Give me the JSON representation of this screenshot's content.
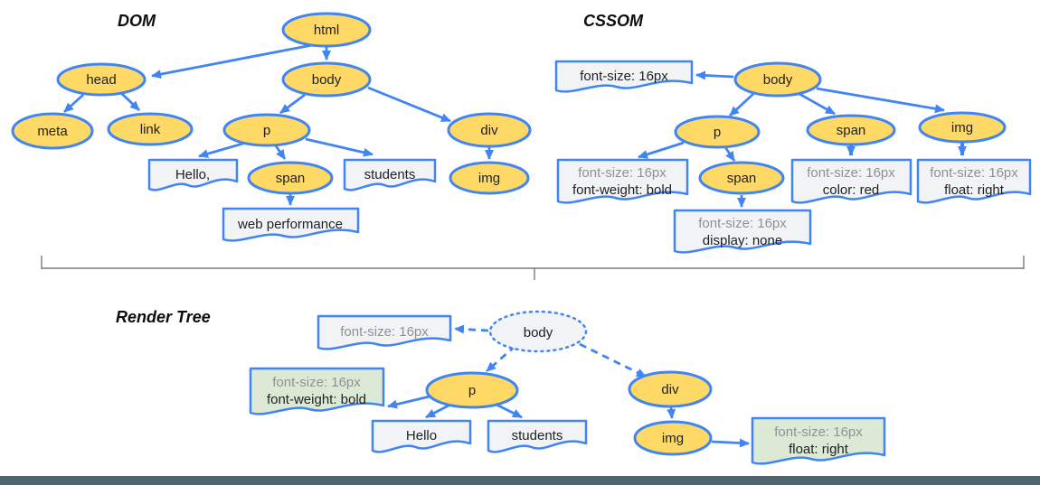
{
  "colors": {
    "node_fill": "#ffd966",
    "stroke_blue": "#4184f3",
    "box_gray": "#f1f3f4",
    "box_green": "#dcead5",
    "render_body_fill": "#f1f3f4",
    "bottom_bar": "#4d6670"
  },
  "dom": {
    "title": "DOM",
    "nodes": {
      "html": "html",
      "head": "head",
      "body": "body",
      "meta": "meta",
      "link": "link",
      "p": "p",
      "div": "div",
      "span": "span",
      "img": "img"
    },
    "text_nodes": {
      "hello": "Hello,",
      "students": "students",
      "web_performance": "web performance"
    }
  },
  "cssom": {
    "title": "CSSOM",
    "nodes": {
      "body": "body",
      "p": "p",
      "span": "span",
      "img": "img",
      "span_child": "span"
    },
    "rules": {
      "body": {
        "line1": "font-size: 16px"
      },
      "p": {
        "line1": "font-size: 16px",
        "line2": "font-weight: bold"
      },
      "span": {
        "line1": "font-size: 16px",
        "line2": "color: red"
      },
      "img": {
        "line1": "font-size: 16px",
        "line2": "float: right"
      },
      "span_child": {
        "line1": "font-size: 16px",
        "line2": "display: none"
      }
    }
  },
  "render_tree": {
    "title": "Render Tree",
    "nodes": {
      "body": "body",
      "p": "p",
      "div": "div",
      "img": "img"
    },
    "text_nodes": {
      "hello": "Hello",
      "students": "students"
    },
    "rules": {
      "body": {
        "line1": "font-size: 16px"
      },
      "p": {
        "line1": "font-size: 16px",
        "line2": "font-weight: bold"
      },
      "img": {
        "line1": "font-size: 16px",
        "line2": "float: right"
      }
    }
  }
}
